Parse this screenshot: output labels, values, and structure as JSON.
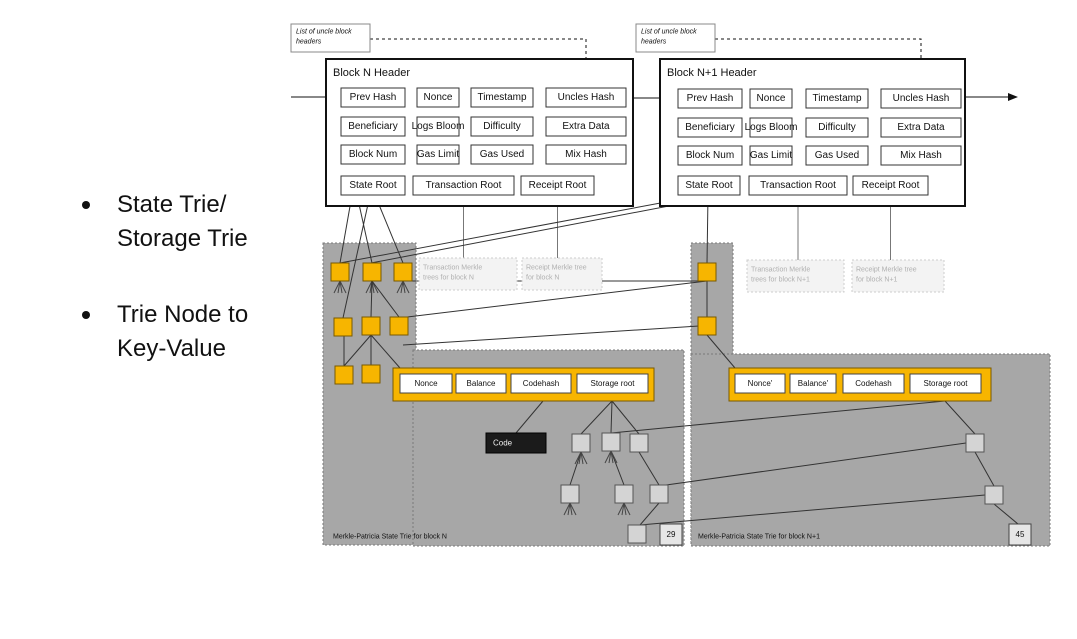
{
  "bullets": [
    {
      "lines": [
        "State Trie/",
        "Storage Trie"
      ]
    },
    {
      "lines": [
        "Trie Node to",
        "Key-Value"
      ]
    }
  ],
  "diagram": {
    "blocks": [
      {
        "note": [
          "List of uncle block",
          "headers"
        ],
        "header_title": "Block N Header",
        "fields": [
          [
            "Prev Hash",
            "Nonce",
            "Timestamp",
            "Uncles Hash"
          ],
          [
            "Beneficiary",
            "Logs Bloom",
            "Difficulty",
            "Extra Data"
          ],
          [
            "Block Num",
            "Gas Limit",
            "Gas Used",
            "Mix Hash"
          ],
          [
            "State Root",
            "Transaction Root",
            "Receipt Root"
          ]
        ],
        "tx_trie_label": [
          "Transaction Merkle",
          "trees for block N"
        ],
        "receipt_trie_label": [
          "Receipt Merkle tree",
          "for block N"
        ],
        "account_fields": [
          "Nonce",
          "Balance",
          "Codehash",
          "Storage root"
        ],
        "code_label": "Code",
        "value_box": "29",
        "trie_caption": "Merkle-Patricia  State  Trie  for block N"
      },
      {
        "note": [
          "List of uncle block",
          "headers"
        ],
        "header_title": "Block N+1 Header",
        "fields": [
          [
            "Prev Hash",
            "Nonce",
            "Timestamp",
            "Uncles Hash"
          ],
          [
            "Beneficiary",
            "Logs Bloom",
            "Difficulty",
            "Extra Data"
          ],
          [
            "Block Num",
            "Gas Limit",
            "Gas Used",
            "Mix Hash"
          ],
          [
            "State Root",
            "Transaction Root",
            "Receipt Root"
          ]
        ],
        "tx_trie_label": [
          "Transaction Merkle",
          "trees for block N+1"
        ],
        "receipt_trie_label": [
          "Receipt Merkle tree",
          "for block N+1"
        ],
        "account_fields": [
          "Nonce'",
          "Balance'",
          "Codehash",
          "Storage root"
        ],
        "value_box": "45",
        "trie_caption": "Merkle-Patricia  State  Trie  for block N+1"
      }
    ],
    "colors": {
      "trie_bg": "#a7a7a7",
      "trie_border": "#7a7a7a",
      "node_yellow": "#f7b500",
      "node_yellow_border": "#7a5a00",
      "storage_node": "#d4d4d4",
      "code_bg": "#1b1b1b",
      "line": "#333333"
    }
  }
}
